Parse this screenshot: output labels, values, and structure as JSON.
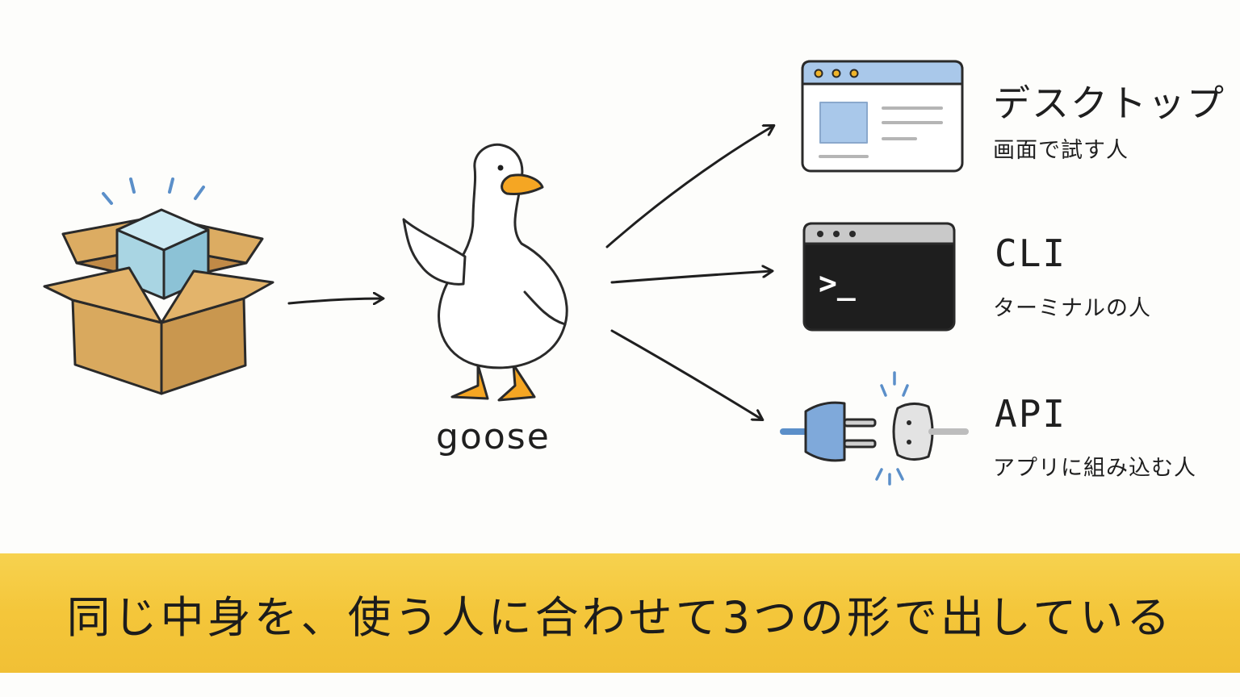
{
  "goose": {
    "label": "goose"
  },
  "outputs": [
    {
      "title": "デスクトップ",
      "subtitle": "画面で試す人",
      "icon": "desktop-window-icon"
    },
    {
      "title": "CLI",
      "subtitle": "ターミナルの人",
      "icon": "terminal-icon"
    },
    {
      "title": "API",
      "subtitle": "アプリに組み込む人",
      "icon": "plug-icon"
    }
  ],
  "terminal": {
    "prompt": ">_"
  },
  "banner": {
    "text": "同じ中身を、使う人に合わせて3つの形で出している"
  },
  "colors": {
    "banner": "#f4c63a",
    "box": "#d9a95e",
    "cube": "#a9d5e3",
    "goose_beak": "#f5a623",
    "window_accent": "#a9c8ea",
    "terminal_bg": "#1e1e1e",
    "plug_blue": "#7fa9da"
  }
}
